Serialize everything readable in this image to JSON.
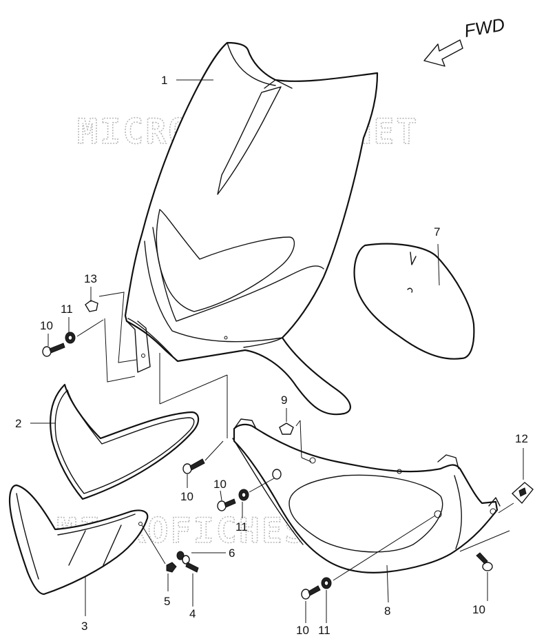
{
  "direction_label": "FWD",
  "watermarks": [
    "MICROFICHES.NET",
    "MICROFICHES.NET"
  ],
  "callouts": [
    "1",
    "2",
    "3",
    "4",
    "5",
    "6",
    "7",
    "8",
    "9",
    "10",
    "10",
    "10",
    "10",
    "10",
    "11",
    "11",
    "11",
    "12",
    "13"
  ]
}
